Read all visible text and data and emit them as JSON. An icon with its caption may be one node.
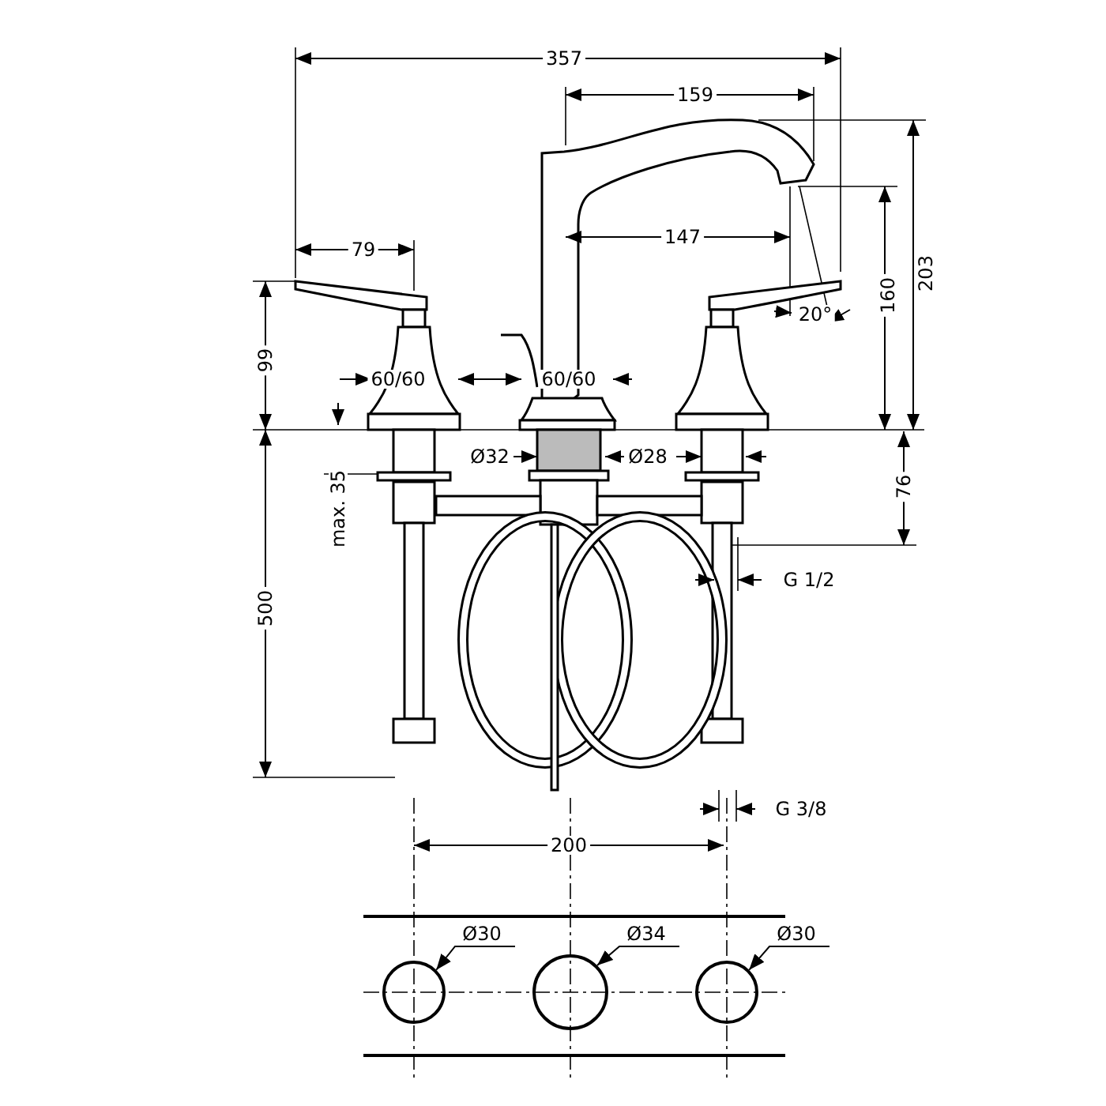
{
  "diagram": {
    "nodes": [
      {
        "text": [
          "Ø30"
        ]
      },
      {
        "text": [
          "Ø34"
        ]
      },
      {
        "text": [
          "Ø30"
        ]
      },
      {
        "text": [],
        "shape": "circle"
      },
      {
        "text": [],
        "shape": "circle"
      },
      {
        "text": [],
        "shape": "circle"
      }
    ],
    "edges": [
      {
        "from": 0,
        "to": 3,
        "arrow": "to"
      },
      {
        "from": 1,
        "to": 4,
        "arrow": "to"
      },
      {
        "from": 2,
        "to": 5,
        "arrow": "to"
      }
    ],
    "labels": [
      "357",
      "159",
      "79",
      "147",
      "99",
      "60/60",
      "60/60",
      "20°",
      "160",
      "203",
      "Ø32",
      "Ø28",
      "76",
      "max. 35",
      "G 1/2",
      "500",
      "G 3/8",
      "200"
    ]
  }
}
